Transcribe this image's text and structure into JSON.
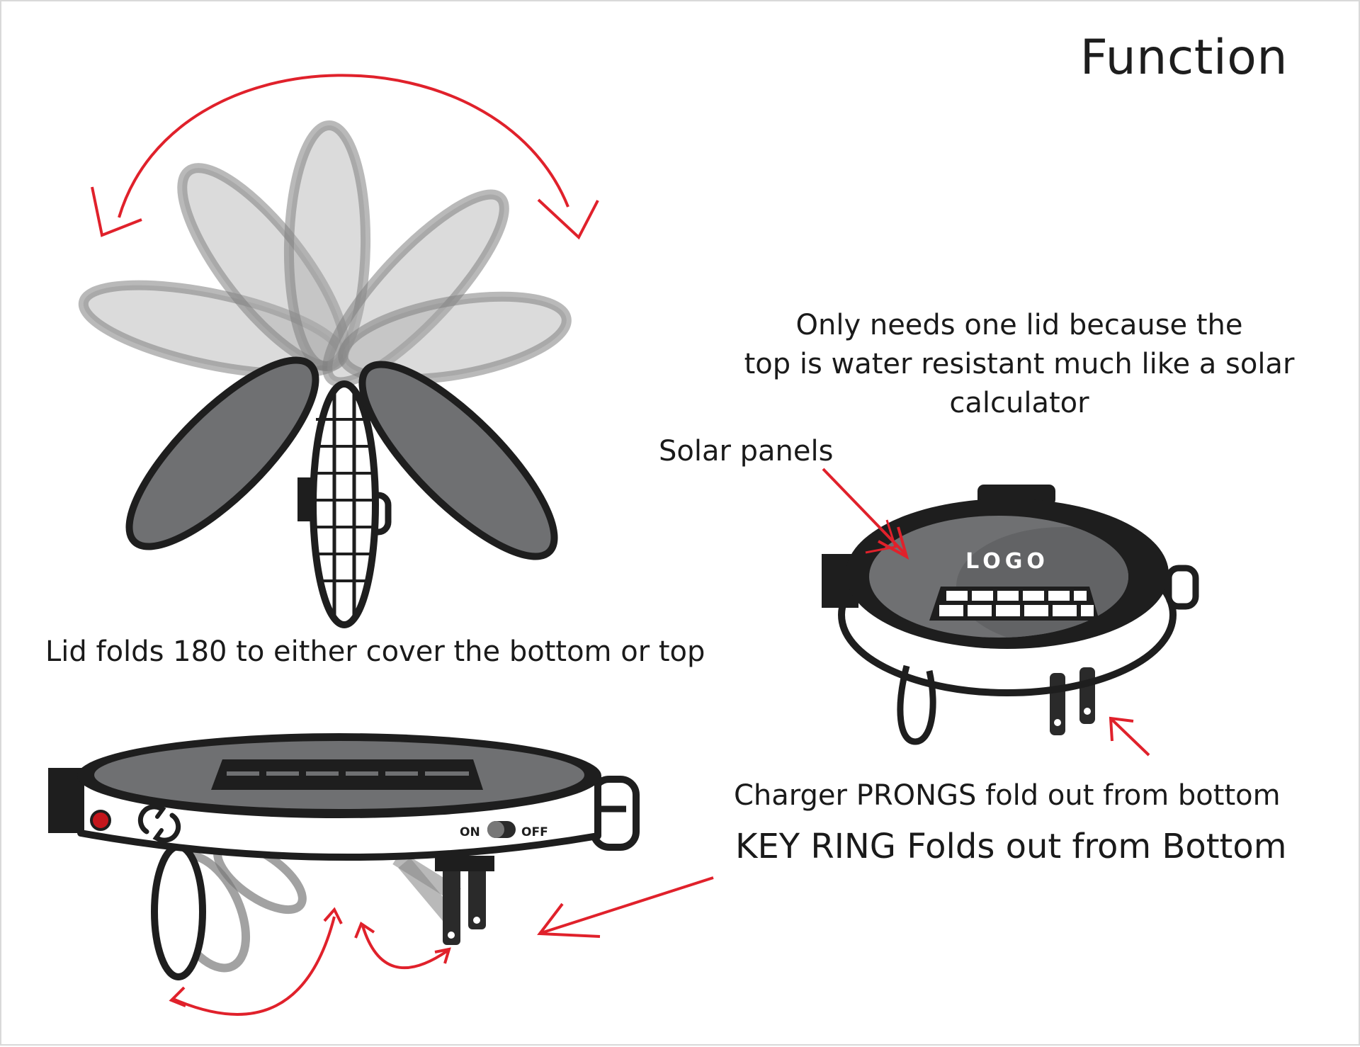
{
  "title": "Function",
  "captions": {
    "lid_folds": "Lid folds 180 to either cover the bottom or top",
    "water_note_line1": "Only needs one lid because the",
    "water_note_line2": "top is water resistant much like a solar calculator",
    "solar_panels": "Solar panels",
    "charger_prongs": "Charger PRONGS fold out from bottom",
    "key_ring": "KEY RING Folds out from Bottom"
  },
  "device": {
    "logo_text": "LOGO",
    "switch_on": "ON",
    "switch_off": "OFF"
  },
  "icons": [
    "rotation-arc-arrow-icon",
    "sync-icon",
    "power-indicator-icon"
  ],
  "colors": {
    "arrow_red": "#e0212b",
    "outline": "#1e1e1e",
    "panel_gray": "#6f7072",
    "ghost_gray": "#9b9b9b",
    "indicator_red": "#c4161c"
  }
}
